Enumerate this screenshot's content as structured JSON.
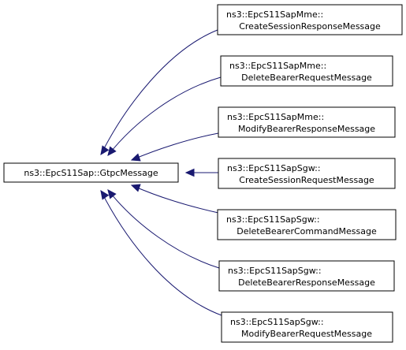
{
  "diagram": {
    "base": {
      "lines": [
        "ns3::EpcS11Sap::GtpcMessage"
      ]
    },
    "derived": [
      {
        "lines": [
          "ns3::EpcS11SapMme::",
          "CreateSessionResponseMessage"
        ]
      },
      {
        "lines": [
          "ns3::EpcS11SapMme::",
          "DeleteBearerRequestMessage"
        ]
      },
      {
        "lines": [
          "ns3::EpcS11SapMme::",
          "ModifyBearerResponseMessage"
        ]
      },
      {
        "lines": [
          "ns3::EpcS11SapSgw::",
          "CreateSessionRequestMessage"
        ]
      },
      {
        "lines": [
          "ns3::EpcS11SapSgw::",
          "DeleteBearerCommandMessage"
        ]
      },
      {
        "lines": [
          "ns3::EpcS11SapSgw::",
          "DeleteBearerResponseMessage"
        ]
      },
      {
        "lines": [
          "ns3::EpcS11SapSgw::",
          "ModifyBearerRequestMessage"
        ]
      }
    ],
    "edge_color": "#191970"
  }
}
